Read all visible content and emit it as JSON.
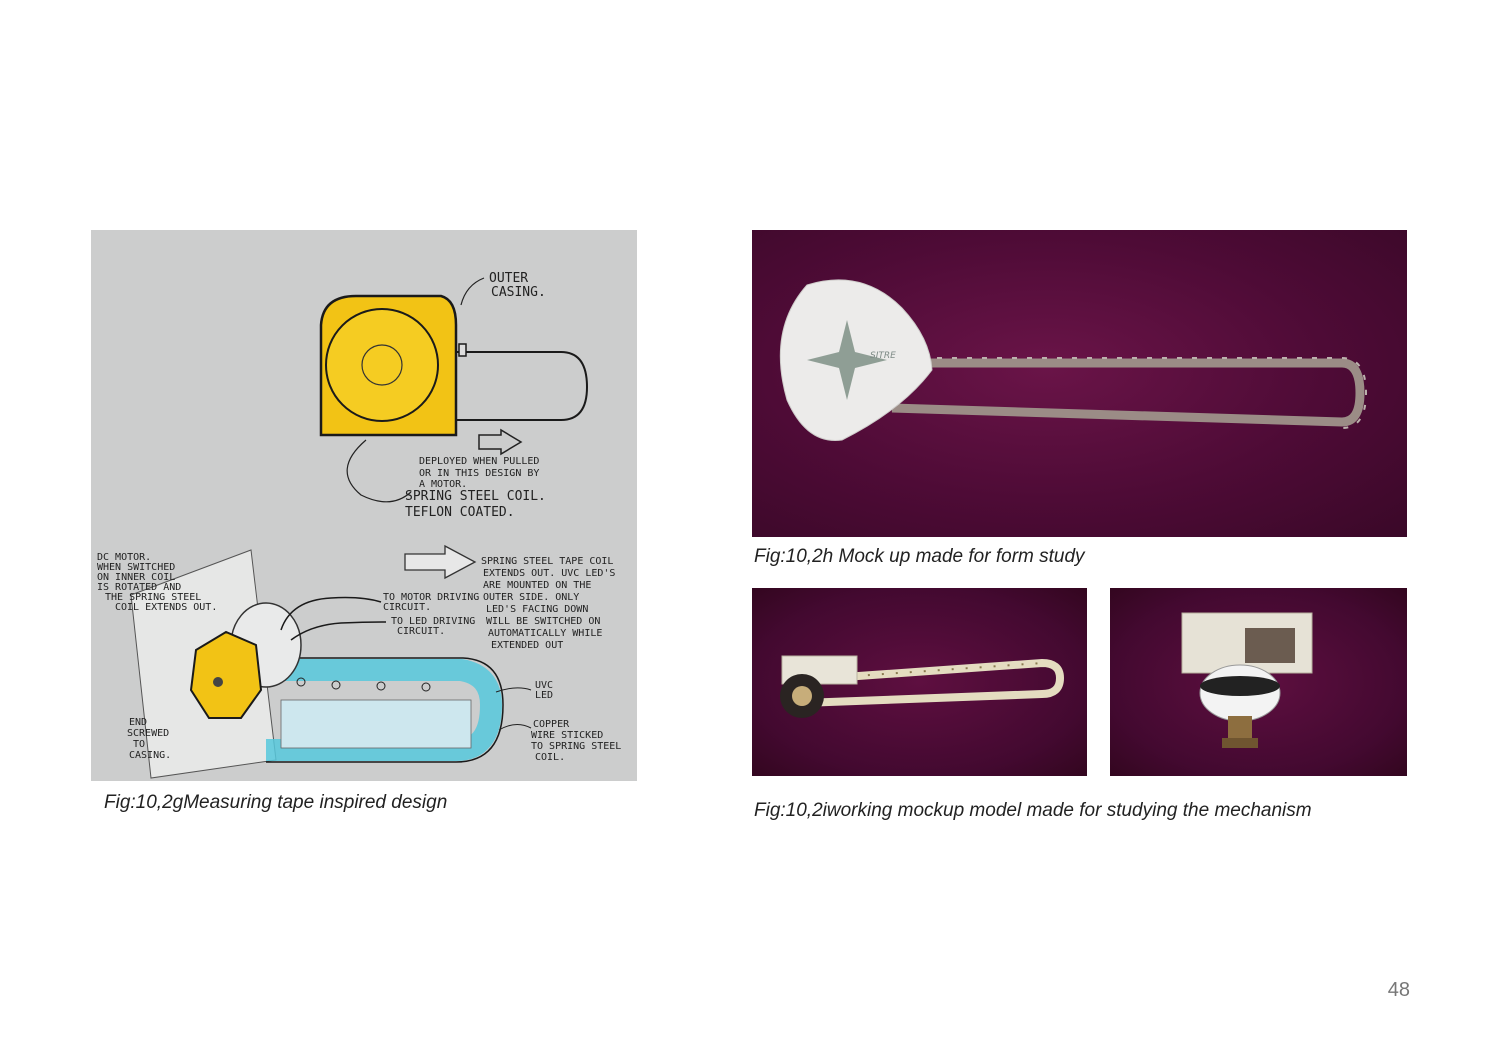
{
  "figures": {
    "sketch": {
      "caption": "Fig:10,2gMeasuring tape inspired design",
      "annotations": {
        "outer_casing_1": "OUTER",
        "outer_casing_2": "CASING.",
        "deployed_1": "DEPLOYED WHEN PULLED",
        "deployed_2": "OR IN THIS DESIGN BY",
        "deployed_3": "A MOTOR.",
        "spring_steel_coil": "SPRING STEEL COIL.",
        "teflon_coated": "TEFLON COATED.",
        "dc_motor_1": "DC MOTOR.",
        "dc_motor_2": "WHEN SWITCHED",
        "dc_motor_3": "ON INNER COIL",
        "dc_motor_4": "IS ROTATED AND",
        "dc_motor_5": "THE SPRING STEEL",
        "dc_motor_6": "COIL EXTENDS OUT.",
        "tape_coil_1": "SPRING STEEL TAPE COIL",
        "tape_coil_2": "EXTENDS OUT. UVC LED'S",
        "tape_coil_3": "ARE MOUNTED ON THE",
        "tape_coil_4": "OUTER SIDE. ONLY",
        "tape_coil_5": "LED'S FACING DOWN",
        "tape_coil_6": "WILL BE SWITCHED ON",
        "tape_coil_7": "AUTOMATICALLY WHILE",
        "tape_coil_8": "EXTENDED OUT",
        "motor_circuit_1": "TO MOTOR DRIVING",
        "motor_circuit_2": "CIRCUIT.",
        "led_circuit_1": "TO LED DRIVING",
        "led_circuit_2": "CIRCUIT.",
        "uvc_led_1": "UVC",
        "uvc_led_2": "LED",
        "end_screwed_1": "END",
        "end_screwed_2": "SCREWED",
        "end_screwed_3": "TO",
        "end_screwed_4": "CASING.",
        "copper_1": "COPPER",
        "copper_2": "WIRE STICKED",
        "copper_3": "TO SPRING STEEL",
        "copper_4": "COIL."
      }
    },
    "mockup": {
      "caption": "Fig:10,2h  Mock up made  for form study",
      "logo_text": "SITRE"
    },
    "working": {
      "caption": "Fig:10,2iworking  mockup model made for studying the mechanism"
    }
  },
  "page_number": "48",
  "colors": {
    "sketch_bg": "#cccdcd",
    "photo_bg": "#4e0b36",
    "casing_yellow": "#f2c315",
    "tape_cyan": "#56c8dc"
  }
}
